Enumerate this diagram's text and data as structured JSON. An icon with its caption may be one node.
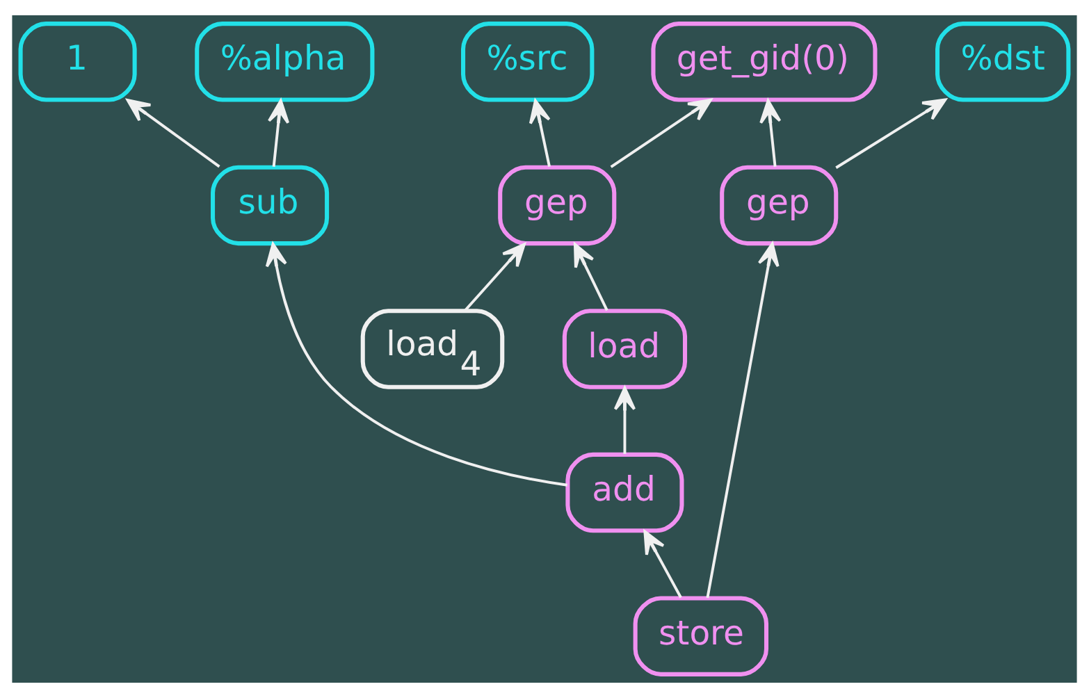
{
  "diagram": {
    "nodes": [
      {
        "text": [
          "%src"
        ]
      },
      {
        "text": [
          "get_gid(0)"
        ]
      },
      {
        "text": [
          "%dst"
        ]
      },
      {
        "text": [
          "1"
        ]
      },
      {
        "text": [
          "%alpha"
        ]
      },
      {
        "text": [
          "gep"
        ]
      },
      {
        "text": [
          "gep"
        ]
      },
      {
        "text": [
          "sub"
        ]
      },
      {
        "text": [
          "load$_{4}$"
        ]
      },
      {
        "text": [
          "load"
        ]
      },
      {
        "text": [
          "add"
        ]
      },
      {
        "text": [
          "store"
        ]
      }
    ],
    "edges": [
      {
        "from": 5,
        "to": 0,
        "arrow": "to"
      },
      {
        "from": 5,
        "to": 1,
        "arrow": "to"
      },
      {
        "from": 6,
        "to": 1,
        "arrow": "to"
      },
      {
        "from": 6,
        "to": 2,
        "arrow": "to"
      },
      {
        "from": 7,
        "to": 3,
        "arrow": "to"
      },
      {
        "from": 7,
        "to": 4,
        "arrow": "to"
      },
      {
        "from": 8,
        "to": 5,
        "arrow": "to"
      },
      {
        "from": 9,
        "to": 5,
        "arrow": "to"
      },
      {
        "from": 10,
        "to": 9,
        "arrow": "to"
      },
      {
        "from": 10,
        "to": 7,
        "arrow": "to"
      },
      {
        "from": 11,
        "to": 10,
        "arrow": "to"
      },
      {
        "from": 11,
        "to": 6,
        "arrow": "to"
      }
    ]
  }
}
